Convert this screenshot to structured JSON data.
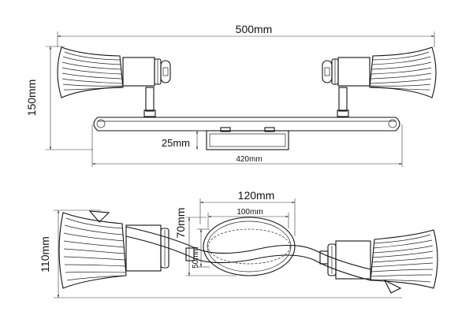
{
  "dimensions": {
    "overall_width": "500mm",
    "height": "150mm",
    "base_plate_height": "25mm",
    "bar_length": "420mm",
    "outer_plate_length": "120mm",
    "inner_plate_length": "100mm",
    "outer_plate_width": "70mm",
    "inner_plate_width": "50mm",
    "plan_depth": "110mm"
  }
}
